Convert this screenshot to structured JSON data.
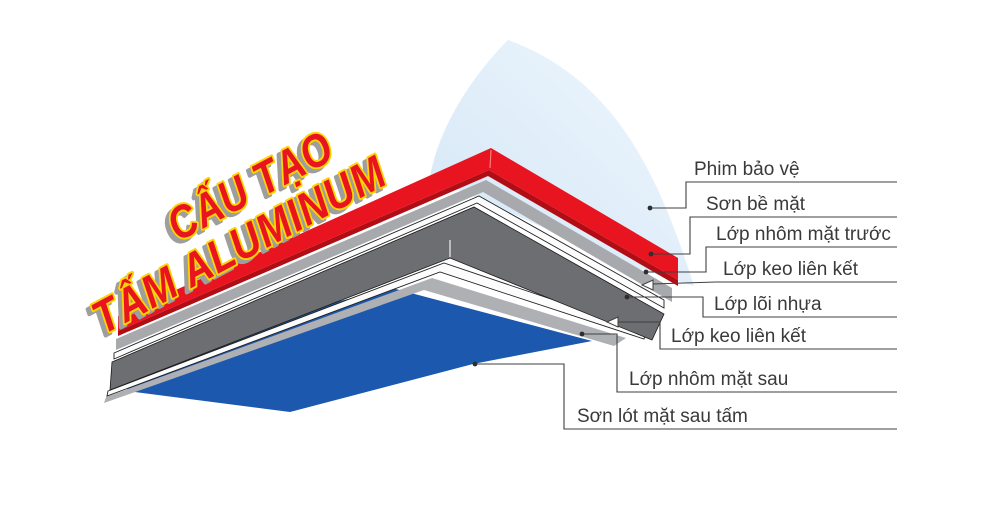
{
  "title": {
    "line1": "CẤU TẠO",
    "line2": "TẤM ALUMINUM"
  },
  "labels": [
    {
      "text": "Phim bảo vệ"
    },
    {
      "text": "Sơn bề mặt"
    },
    {
      "text": "Lớp nhôm mặt trước"
    },
    {
      "text": "Lớp keo liên kết"
    },
    {
      "text": "Lớp lõi nhựa"
    },
    {
      "text": "Lớp keo liên kết"
    },
    {
      "text": "Lớp nhôm mặt sau"
    },
    {
      "text": "Sơn lót mặt sau tấm"
    }
  ],
  "layers": [
    {
      "name": "protective-film"
    },
    {
      "name": "surface-paint"
    },
    {
      "name": "front-aluminum"
    },
    {
      "name": "adhesive-1"
    },
    {
      "name": "plastic-core"
    },
    {
      "name": "adhesive-2"
    },
    {
      "name": "back-aluminum"
    },
    {
      "name": "back-primer"
    }
  ],
  "colors": {
    "paint_red": "#e8141f",
    "paint_red_dark": "#b00d15",
    "aluminum_silver": "#a7a9ac",
    "aluminum_silver_light": "#aeb0b3",
    "adhesive_white": "#fcfcfc",
    "core_gray": "#6d6e71",
    "primer_blue": "#1c58ad",
    "film_blue": "#dcebf8",
    "title_red": "#e8141f",
    "title_outline_yellow": "#ffd400",
    "title_shadow_gray": "#9e9e9e",
    "line_color": "#3f3f3f"
  }
}
